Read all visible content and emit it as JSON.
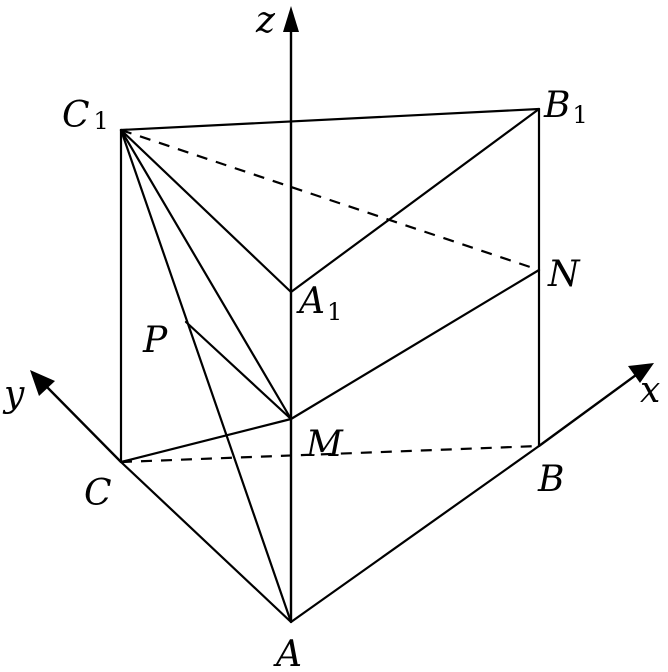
{
  "labels": {
    "z": "z",
    "y": "y",
    "x": "x",
    "C1": {
      "main": "C",
      "sub": "1"
    },
    "B1": {
      "main": "B",
      "sub": "1"
    },
    "A1": {
      "main": "A",
      "sub": "1"
    },
    "N": "N",
    "P": "P",
    "M": "M",
    "C": "C",
    "B": "B",
    "A": "A"
  }
}
